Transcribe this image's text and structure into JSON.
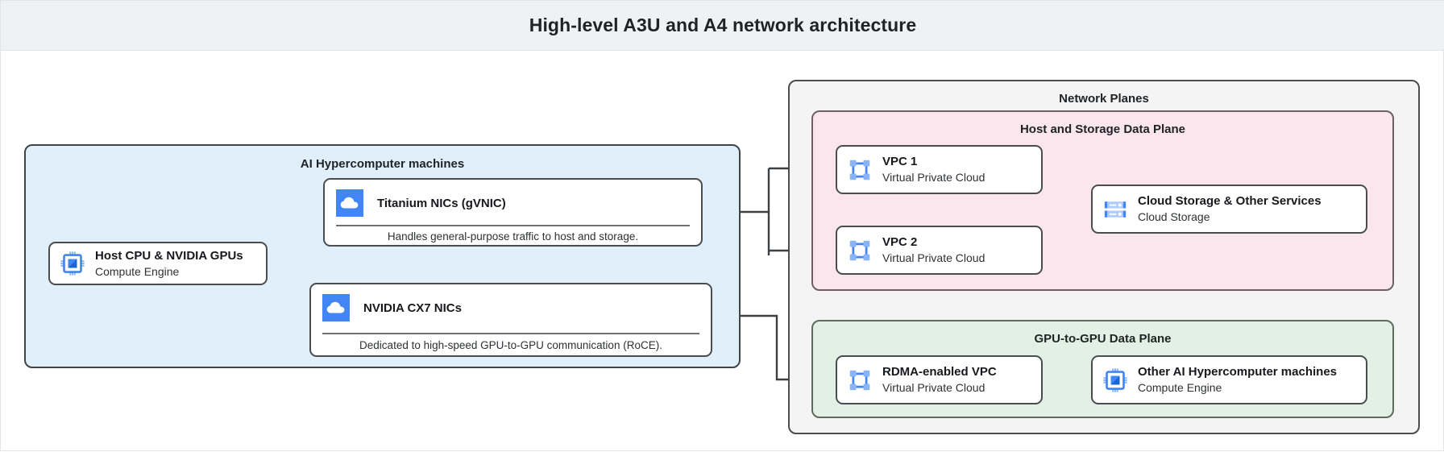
{
  "header": {
    "title": "High-level A3U and A4 network architecture"
  },
  "machines_panel": {
    "title": "AI Hypercomputer machines",
    "bg_color": "#e1effa",
    "host_node": {
      "icon": "cpu-chip-icon",
      "title": "Host CPU & NVIDIA GPUs",
      "subtitle": "Compute Engine"
    },
    "nics": [
      {
        "icon": "cloud-icon",
        "title": "Titanium NICs (gVNIC)",
        "description": "Handles general-purpose traffic to host and storage."
      },
      {
        "icon": "cloud-icon",
        "title": "NVIDIA CX7 NICs",
        "description": "Dedicated to high-speed GPU-to-GPU communication (RoCE)."
      }
    ]
  },
  "planes_panel": {
    "title": "Network Planes",
    "bg_color": "#f4f4f4",
    "host_storage_plane": {
      "title": "Host and Storage Data Plane",
      "bg_color": "#fae6ec",
      "nodes": [
        {
          "icon": "vpc-icon",
          "title": "VPC 1",
          "subtitle": "Virtual Private Cloud"
        },
        {
          "icon": "vpc-icon",
          "title": "VPC 2",
          "subtitle": "Virtual Private Cloud"
        },
        {
          "icon": "cloud-storage-icon",
          "title": "Cloud Storage & Other Services",
          "subtitle": "Cloud Storage"
        }
      ]
    },
    "gpu_plane": {
      "title": "GPU-to-GPU Data Plane",
      "bg_color": "#e3f1e4",
      "nodes": [
        {
          "icon": "vpc-icon",
          "title": "RDMA-enabled VPC",
          "subtitle": "Virtual Private Cloud"
        },
        {
          "icon": "cpu-chip-icon",
          "title": "Other AI Hypercomputer machines",
          "subtitle": "Compute Engine"
        }
      ]
    }
  },
  "theme": {
    "icon_blue": "#4285f4",
    "icon_blue_light": "#8ab4f8",
    "connector_color": "#3c4043",
    "panel_border": "#55595c"
  }
}
